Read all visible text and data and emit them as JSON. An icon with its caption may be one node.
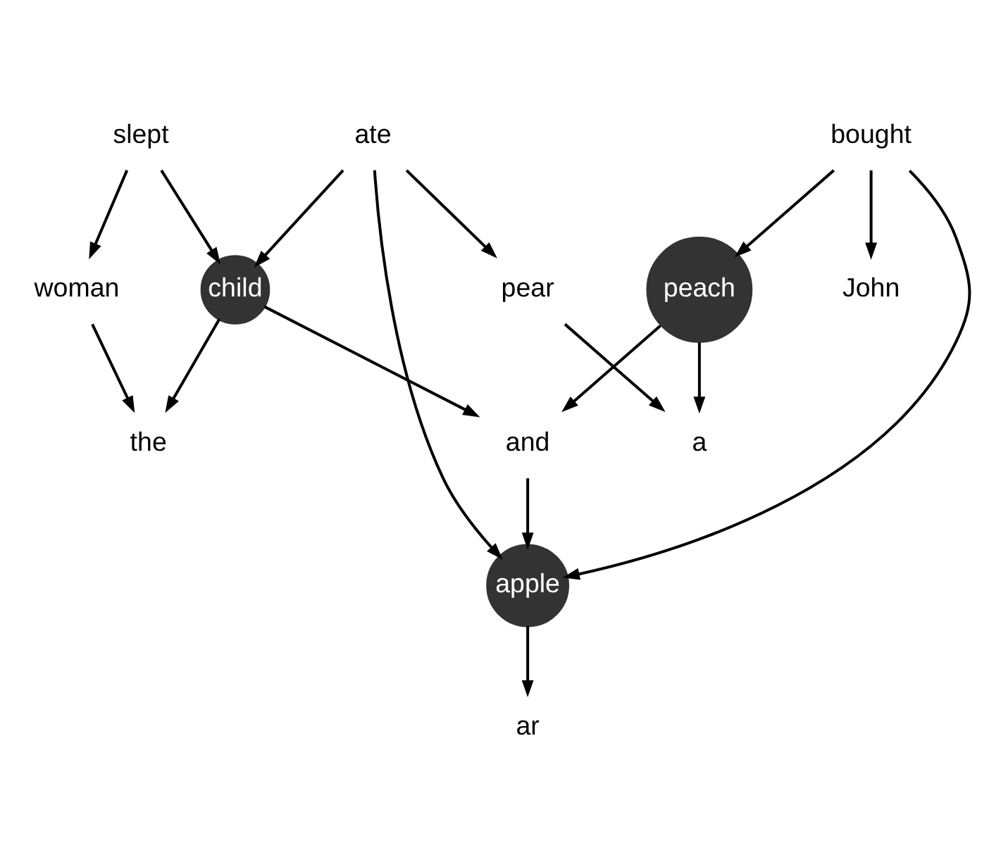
{
  "diagram": {
    "nodes": [
      {
        "text": [
          "slept"
        ]
      },
      {
        "text": [
          "woman"
        ]
      },
      {
        "text": [
          "child"
        ]
      },
      {
        "text": [
          "the"
        ]
      },
      {
        "text": [
          "pear"
        ]
      },
      {
        "text": [
          "ate"
        ]
      },
      {
        "text": [
          "a"
        ]
      },
      {
        "text": [
          "and"
        ]
      },
      {
        "text": [
          "peach"
        ]
      },
      {
        "text": [
          "apple"
        ]
      },
      {
        "text": [
          "ar"
        ]
      },
      {
        "text": [
          "bought"
        ]
      },
      {
        "text": [
          "John"
        ]
      }
    ],
    "edges": [
      {
        "from": 0,
        "to": 1,
        "arrow": "to"
      },
      {
        "from": 1,
        "to": 3,
        "arrow": "to"
      },
      {
        "from": 0,
        "to": 2,
        "arrow": "to"
      },
      {
        "from": 2,
        "to": 3,
        "arrow": "to"
      },
      {
        "from": 5,
        "to": 2,
        "arrow": "to"
      },
      {
        "from": 5,
        "to": 4,
        "arrow": "to"
      },
      {
        "from": 4,
        "to": 6,
        "arrow": "to"
      },
      {
        "from": 8,
        "to": 6,
        "arrow": "to"
      },
      {
        "from": 2,
        "to": 7,
        "arrow": "to"
      },
      {
        "from": 8,
        "to": 7,
        "arrow": "to"
      },
      {
        "from": 7,
        "to": 9,
        "arrow": "to"
      },
      {
        "from": 5,
        "to": 9,
        "arrow": "to"
      },
      {
        "from": 11,
        "to": 9,
        "arrow": "to"
      },
      {
        "from": 11,
        "to": 8,
        "arrow": "to"
      },
      {
        "from": 9,
        "to": 10,
        "arrow": "to"
      },
      {
        "from": 11,
        "to": 12,
        "arrow": "to"
      }
    ]
  }
}
